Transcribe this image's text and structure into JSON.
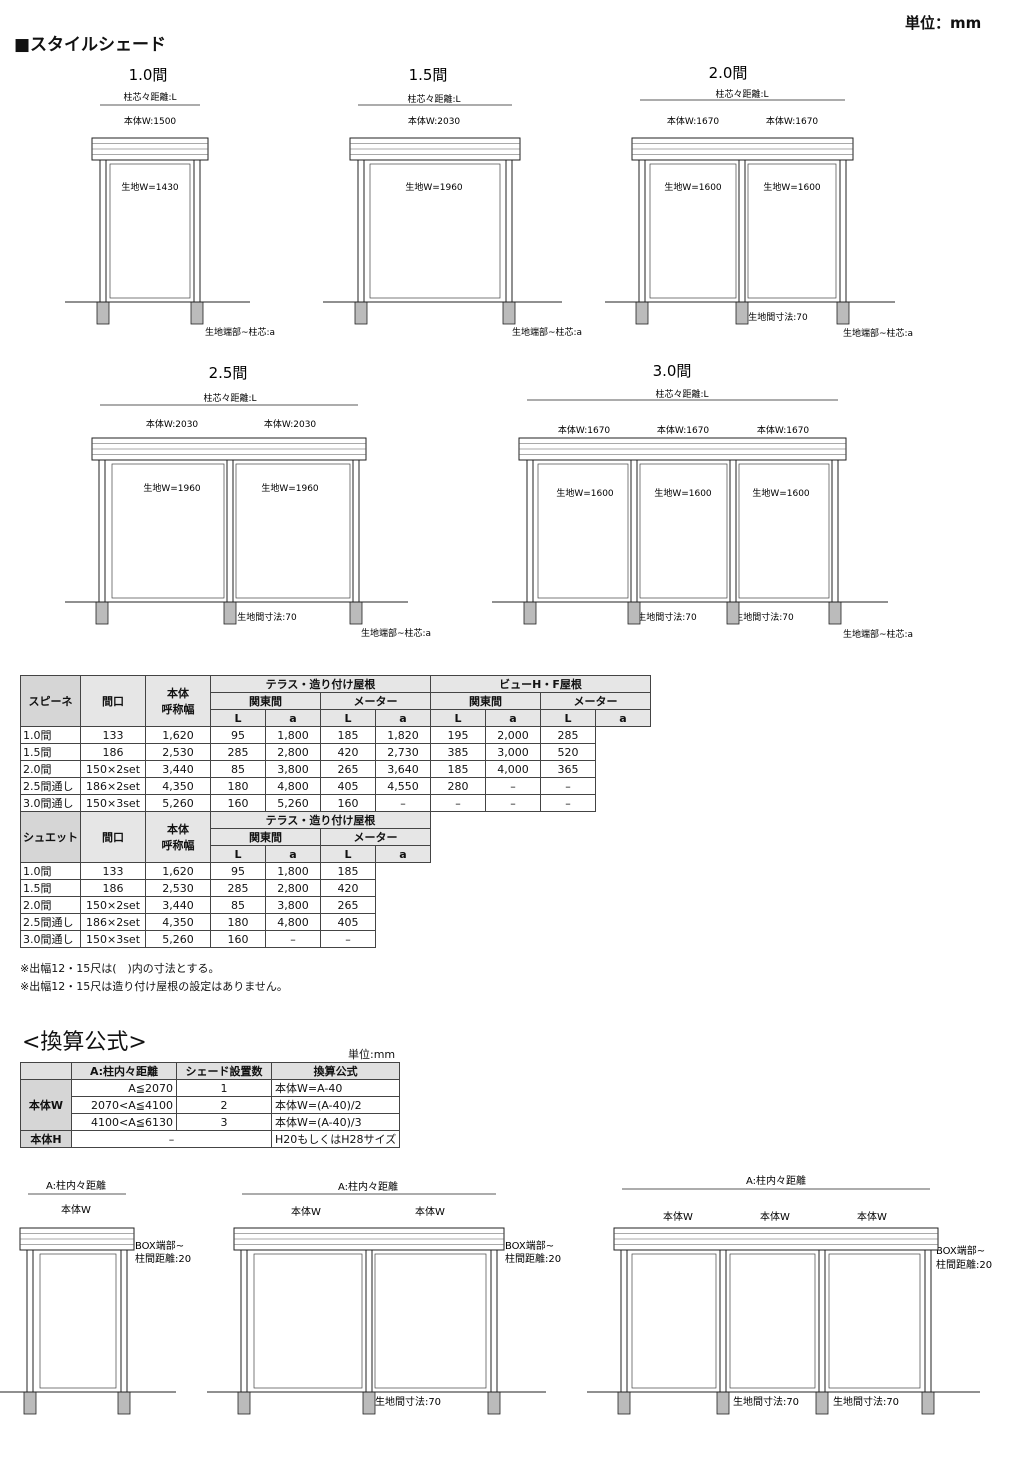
{
  "unit_label": "単位：mm",
  "title": "■スタイルシェード",
  "diagrams": [
    {
      "title": "1.0間",
      "pitch": "柱芯々距離:L",
      "bodies": [
        "本体W:1500"
      ],
      "fabrics": [
        "生地W=1430"
      ],
      "gaps": [],
      "edge": "生地端部~柱芯:a"
    },
    {
      "title": "1.5間",
      "pitch": "柱芯々距離:L",
      "bodies": [
        "本体W:2030"
      ],
      "fabrics": [
        "生地W=1960"
      ],
      "gaps": [],
      "edge": "生地端部~柱芯:a"
    },
    {
      "title": "2.0間",
      "pitch": "柱芯々距離:L",
      "bodies": [
        "本体W:1670",
        "本体W:1670"
      ],
      "fabrics": [
        "生地W=1600",
        "生地W=1600"
      ],
      "gaps": [
        "生地間寸法:70"
      ],
      "edge": "生地端部~柱芯:a"
    },
    {
      "title": "2.5間",
      "pitch": "柱芯々距離:L",
      "bodies": [
        "本体W:2030",
        "本体W:2030"
      ],
      "fabrics": [
        "生地W=1960",
        "生地W=1960"
      ],
      "gaps": [
        "生地間寸法:70"
      ],
      "edge": "生地端部~柱芯:a"
    },
    {
      "title": "3.0間",
      "pitch": "柱芯々距離:L",
      "bodies": [
        "本体W:1670",
        "本体W:1670",
        "本体W:1670"
      ],
      "fabrics": [
        "生地W=1600",
        "生地W=1600",
        "生地W=1600"
      ],
      "gaps": [
        "生地間寸法:70",
        "生地間寸法:70"
      ],
      "edge": "生地端部~柱芯:a"
    }
  ],
  "spec_tables": {
    "col_frontage": "間口",
    "col_body": "本体\n呼称幅",
    "terrace": "テラス・造り付け屋根",
    "view": "ビューH・F屋根",
    "kanto": "関東間",
    "meter": "メーター",
    "L": "L",
    "a": "a",
    "spine": {
      "name": "スピーネ",
      "rows": [
        {
          "frontage": "1.0間",
          "body": "133",
          "cells": [
            "1,620",
            "95",
            "1,800",
            "185",
            "1,820",
            "195",
            "2,000",
            "285"
          ]
        },
        {
          "frontage": "1.5間",
          "body": "186",
          "cells": [
            "2,530",
            "285",
            "2,800",
            "420",
            "2,730",
            "385",
            "3,000",
            "520"
          ]
        },
        {
          "frontage": "2.0間",
          "body": "150×2set",
          "cells": [
            "3,440",
            "85",
            "3,800",
            "265",
            "3,640",
            "185",
            "4,000",
            "365"
          ]
        },
        {
          "frontage": "2.5間通し",
          "body": "186×2set",
          "cells": [
            "4,350",
            "180",
            "4,800",
            "405",
            "4,550",
            "280",
            "–",
            "–"
          ]
        },
        {
          "frontage": "3.0間通し",
          "body": "150×3set",
          "cells": [
            "5,260",
            "160",
            "5,260",
            "160",
            "–",
            "–",
            "–",
            "–"
          ]
        }
      ]
    },
    "shuet": {
      "name": "シュエット",
      "rows": [
        {
          "frontage": "1.0間",
          "body": "133",
          "cells": [
            "1,620",
            "95",
            "1,800",
            "185"
          ]
        },
        {
          "frontage": "1.5間",
          "body": "186",
          "cells": [
            "2,530",
            "285",
            "2,800",
            "420"
          ]
        },
        {
          "frontage": "2.0間",
          "body": "150×2set",
          "cells": [
            "3,440",
            "85",
            "3,800",
            "265"
          ]
        },
        {
          "frontage": "2.5間通し",
          "body": "186×2set",
          "cells": [
            "4,350",
            "180",
            "4,800",
            "405"
          ]
        },
        {
          "frontage": "3.0間通し",
          "body": "150×3set",
          "cells": [
            "5,260",
            "160",
            "–",
            "–"
          ]
        }
      ]
    },
    "notes": [
      "※出幅12・15尺は(　)内の寸法とする。",
      "※出幅12・15尺は造り付け屋根の設定はありません。"
    ]
  },
  "formula": {
    "title": "<換算公式>",
    "unit": "単位:mm",
    "headers": [
      "A:柱内々距離",
      "シェード設置数",
      "換算公式"
    ],
    "side_w": "本体W",
    "side_h": "本体H",
    "rows": [
      {
        "range": "A≦2070",
        "count": "1",
        "formula": "本体W=A-40"
      },
      {
        "range": "2070<A≦4100",
        "count": "2",
        "formula": "本体W=(A-40)/2"
      },
      {
        "range": "4100<A≦6130",
        "count": "3",
        "formula": "本体W=(A-40)/3"
      }
    ],
    "h_row": {
      "range": "–",
      "formula": "H20もしくはH28サイズ"
    }
  },
  "bottom_diagrams": [
    {
      "span": "A:柱内々距離",
      "bodies": [
        "本体W"
      ],
      "box": [
        "BOX端部~",
        "柱間距離:20"
      ],
      "gaps": []
    },
    {
      "span": "A:柱内々距離",
      "bodies": [
        "本体W",
        "本体W"
      ],
      "box": [
        "BOX端部~",
        "柱間距離:20"
      ],
      "gaps": [
        "生地間寸法:70"
      ]
    },
    {
      "span": "A:柱内々距離",
      "bodies": [
        "本体W",
        "本体W",
        "本体W"
      ],
      "box": [
        "BOX端部~",
        "柱間距離:20"
      ],
      "gaps": [
        "生地間寸法:70",
        "生地間寸法:70"
      ]
    }
  ]
}
